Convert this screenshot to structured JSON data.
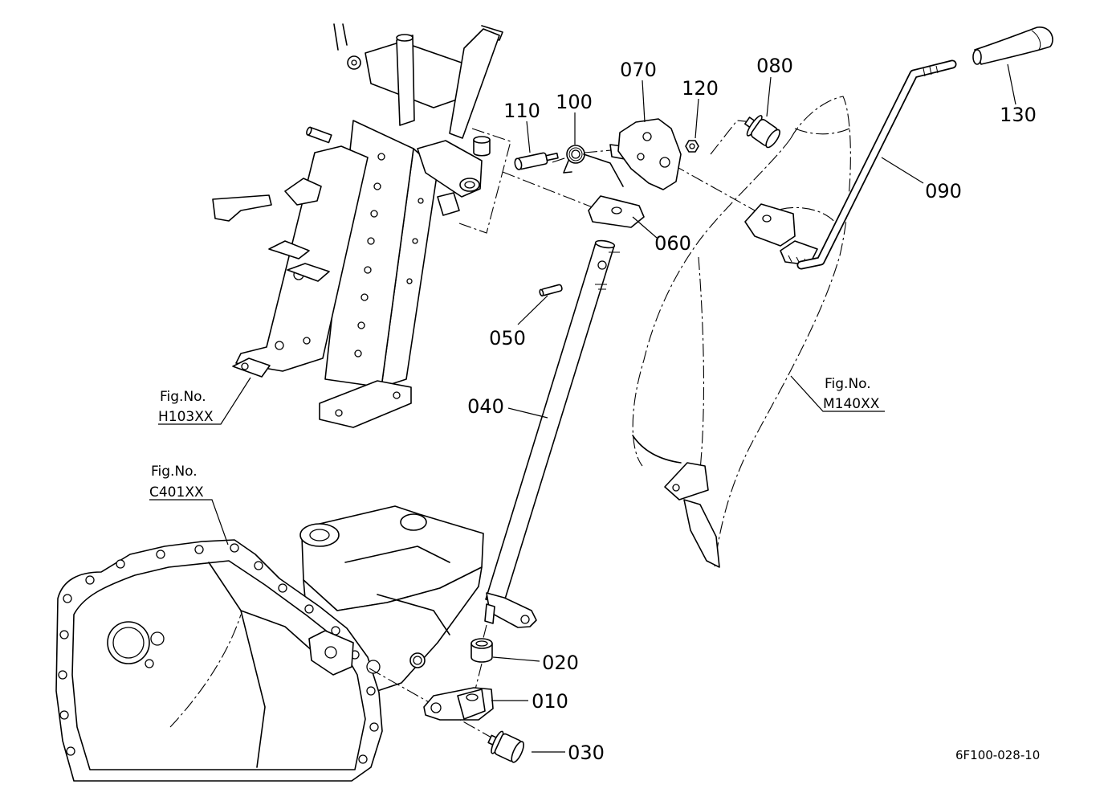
{
  "part_labels": {
    "p010": "010",
    "p020": "020",
    "p030": "030",
    "p040": "040",
    "p050": "050",
    "p060": "060",
    "p070": "070",
    "p080": "080",
    "p090": "090",
    "p100": "100",
    "p110": "110",
    "p120": "120",
    "p130": "130"
  },
  "figure_refs": {
    "h103": {
      "prefix": "Fig.No.",
      "code": "H103XX"
    },
    "c401": {
      "prefix": "Fig.No.",
      "code": "C401XX"
    },
    "m140": {
      "prefix": "Fig.No.",
      "code": "M140XX"
    }
  },
  "drawing_number": "6F100-028-10",
  "colors": {
    "line": "#000000",
    "background": "#ffffff"
  }
}
